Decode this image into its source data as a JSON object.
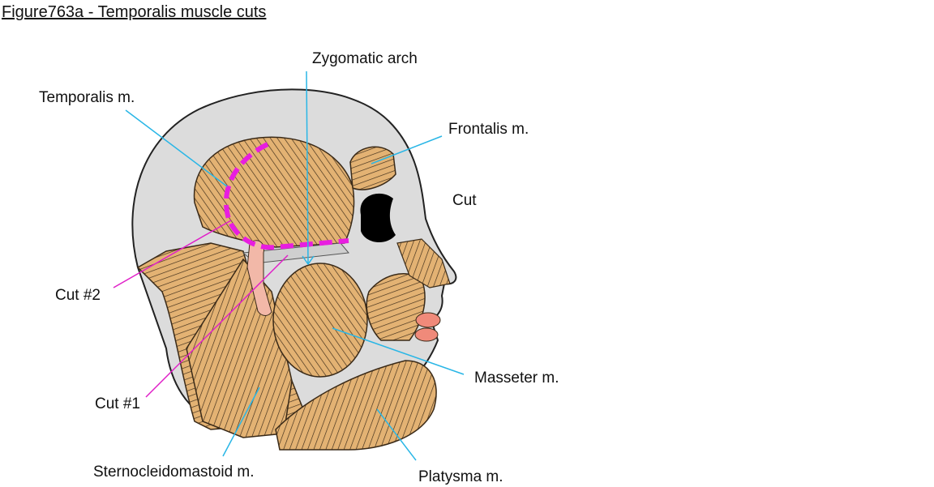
{
  "figure": {
    "title": "Figure763a - Temporalis muscle cuts"
  },
  "labels": {
    "zygomatic_arch": "Zygomatic arch",
    "temporalis": "Temporalis m.",
    "frontalis": "Frontalis m.",
    "cut": "Cut",
    "cut2": "Cut #2",
    "cut1": "Cut #1",
    "masseter": "Masseter m.",
    "sternocleidomastoid": "Sternocleidomastoid m.",
    "platysma": "Platysma m."
  },
  "colors": {
    "muscle": "#e3b273",
    "skull": "#dcdcdc",
    "leader_cyan": "#29b6e6",
    "leader_magenta": "#e020c8",
    "cut_dash": "#e81ee0",
    "lip": "#f08a7a"
  }
}
